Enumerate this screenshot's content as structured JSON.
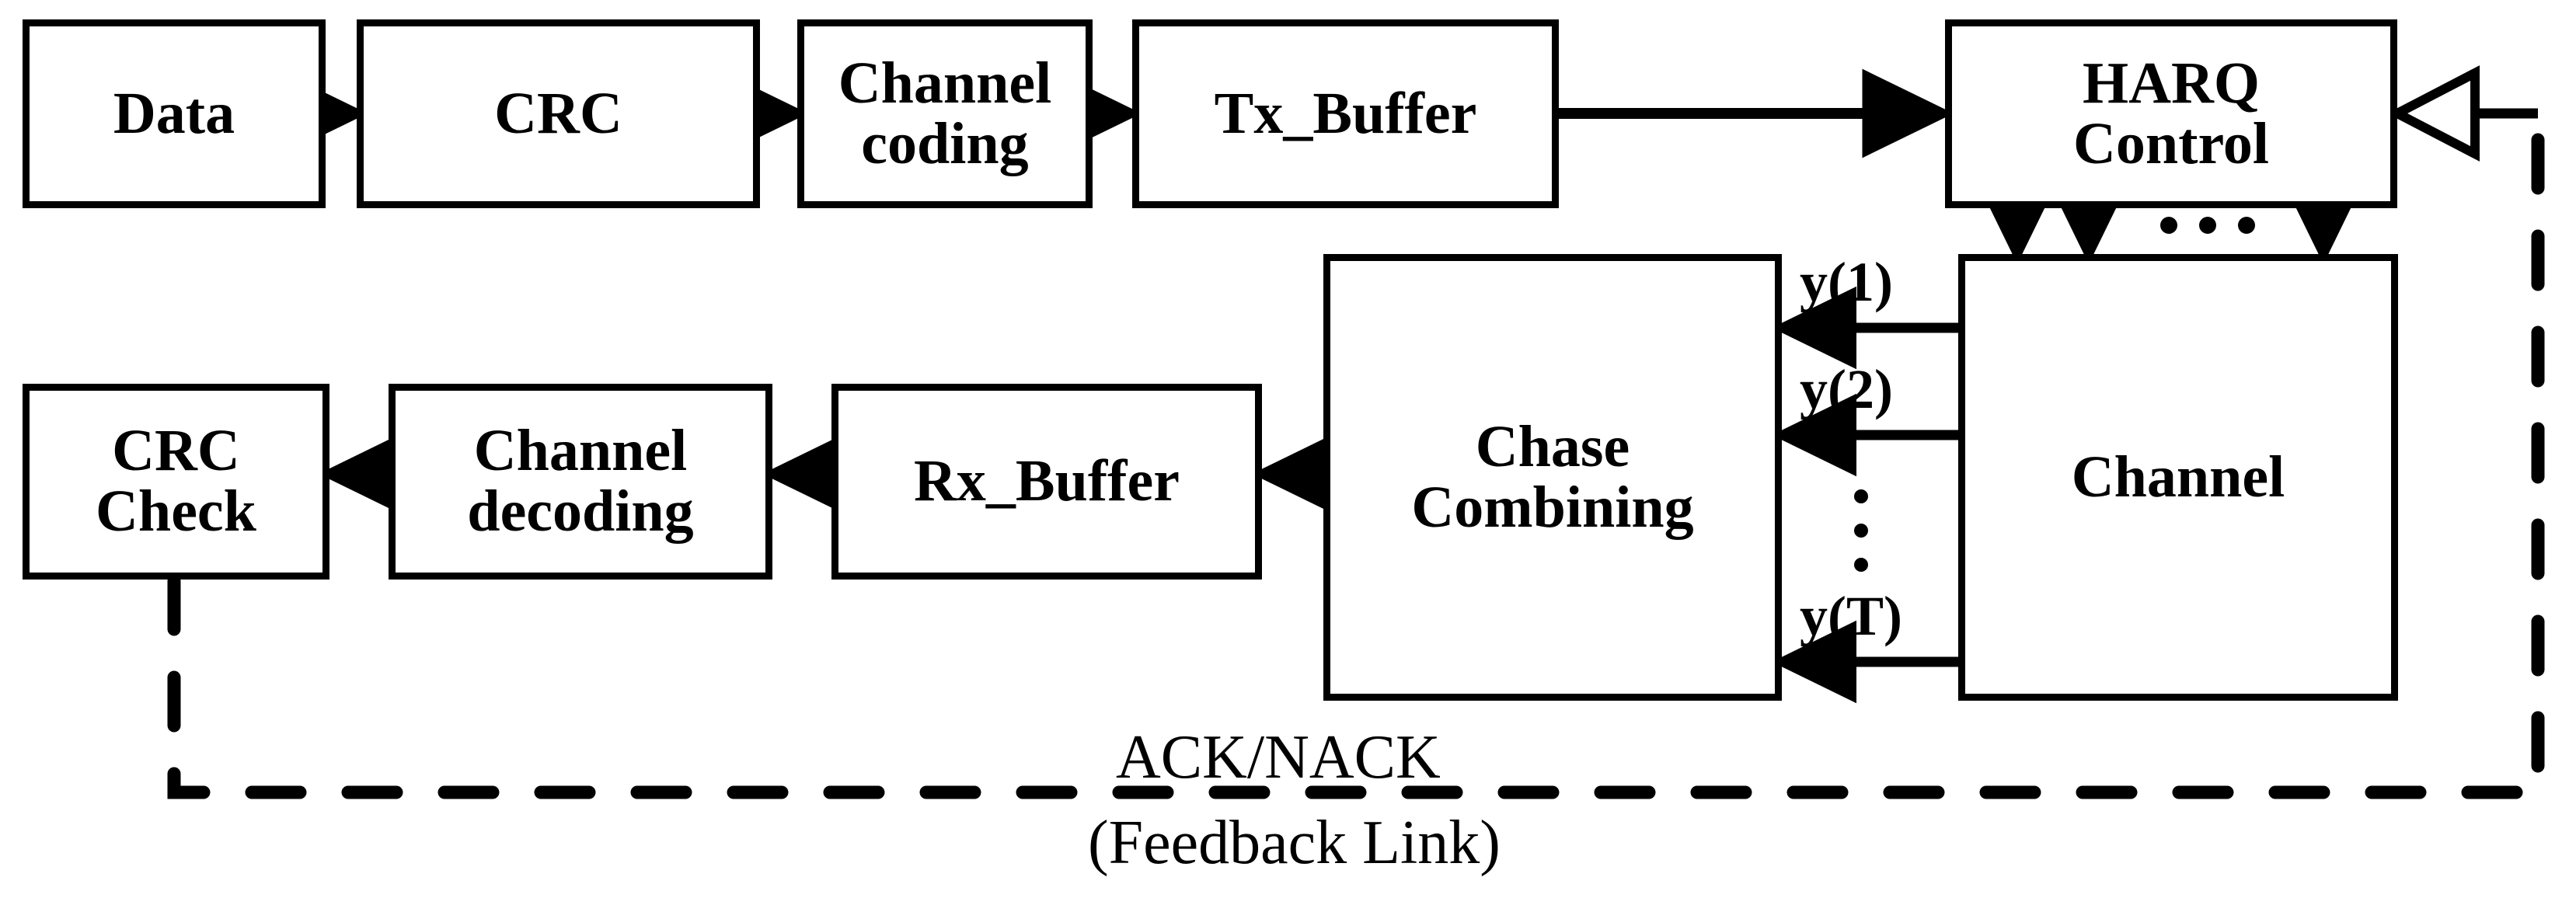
{
  "diagram": {
    "title": "HARQ Chase Combining block diagram",
    "stroke_color": "#000000",
    "background_color": "#ffffff",
    "blocks": [
      {
        "id": "data",
        "label": "Data",
        "label_line1": "Data",
        "label_line2": ""
      },
      {
        "id": "crc",
        "label": "CRC",
        "label_line1": "CRC",
        "label_line2": ""
      },
      {
        "id": "channel-coding",
        "label": "Channel coding",
        "label_line1": "Channel",
        "label_line2": "coding"
      },
      {
        "id": "tx-buffer",
        "label": "Tx_Buffer",
        "label_line1": "Tx_Buffer",
        "label_line2": ""
      },
      {
        "id": "harq-control",
        "label": "HARQ Control",
        "label_line1": "HARQ",
        "label_line2": "Control"
      },
      {
        "id": "channel",
        "label": "Channel",
        "label_line1": "Channel",
        "label_line2": ""
      },
      {
        "id": "chase-combining",
        "label": "Chase Combining",
        "label_line1": "Chase",
        "label_line2": "Combining"
      },
      {
        "id": "rx-buffer",
        "label": "Rx_Buffer",
        "label_line1": "Rx_Buffer",
        "label_line2": ""
      },
      {
        "id": "channel-decoding",
        "label": "Channel decoding",
        "label_line1": "Channel",
        "label_line2": "decoding"
      },
      {
        "id": "crc-check",
        "label": "CRC Check",
        "label_line1": "CRC",
        "label_line2": "Check"
      }
    ],
    "signal_labels": [
      {
        "id": "y1",
        "text": "y(1)"
      },
      {
        "id": "y2",
        "text": "y(2)"
      },
      {
        "id": "yT",
        "text": "y(T)"
      }
    ],
    "feedback": {
      "line1": "ACK/NACK",
      "line2": "(Feedback Link)"
    },
    "ellipsis": {
      "horizontal": "…",
      "vertical": "⋮"
    }
  }
}
